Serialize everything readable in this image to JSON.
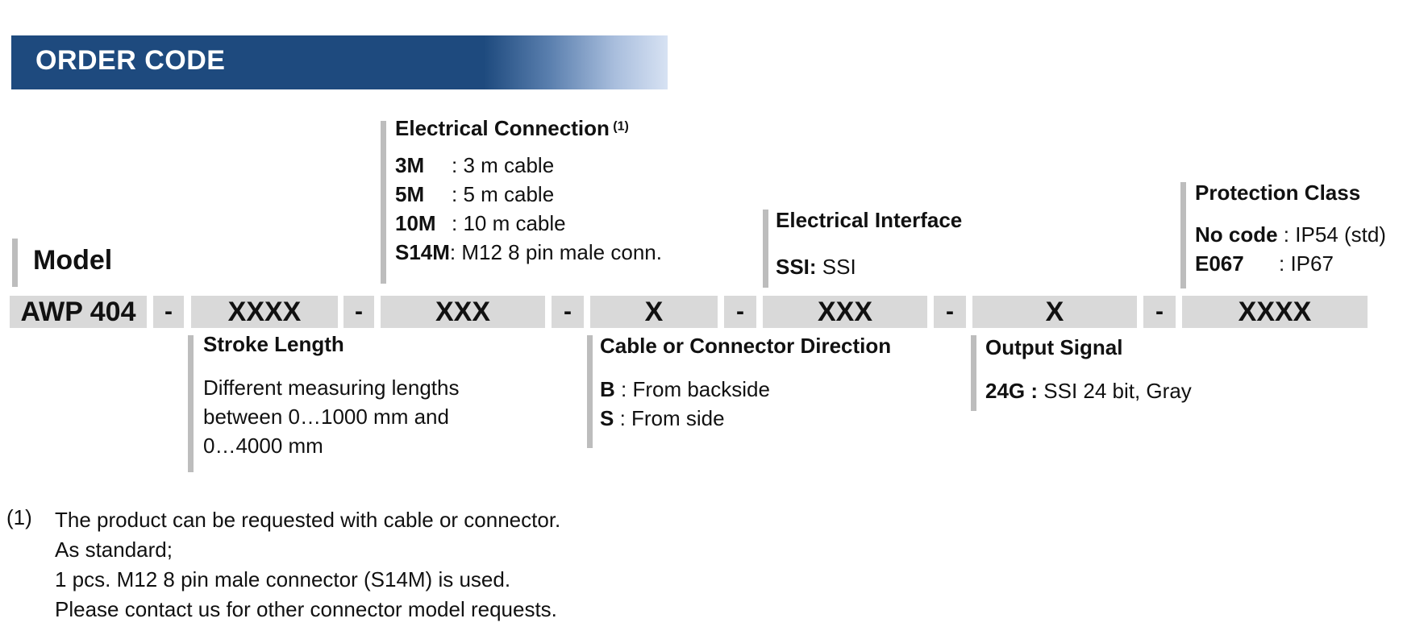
{
  "header": {
    "title": "ORDER CODE"
  },
  "model": {
    "label": "Model"
  },
  "code_row": {
    "cells": [
      "AWP 404",
      "XXXX",
      "XXX",
      "X",
      "XXX",
      "X",
      "XXXX"
    ],
    "separator": "-"
  },
  "electrical_connection": {
    "title": "Electrical Connection",
    "note_ref": "(1)",
    "options": [
      {
        "code": "3M",
        "desc": ": 3 m cable"
      },
      {
        "code": "5M",
        "desc": ": 5 m cable"
      },
      {
        "code": "10M",
        "desc": ": 10 m cable"
      },
      {
        "code": "S14M",
        "desc": ": M12 8 pin male conn."
      }
    ]
  },
  "electrical_interface": {
    "title": "Electrical Interface",
    "options": [
      {
        "code": "SSI:",
        "desc": " SSI"
      }
    ]
  },
  "protection_class": {
    "title": "Protection Class",
    "options": [
      {
        "code": "No code",
        "desc": " : IP54 (std)"
      },
      {
        "code": "E067",
        "desc": ": IP67"
      }
    ]
  },
  "stroke_length": {
    "title": "Stroke Length",
    "lines": [
      "Different measuring lengths",
      "between 0…1000 mm and",
      "0…4000 mm"
    ]
  },
  "cable_direction": {
    "title": "Cable or Connector Direction",
    "options": [
      {
        "code": "B",
        "desc": " : From backside"
      },
      {
        "code": "S",
        "desc": " : From side"
      }
    ]
  },
  "output_signal": {
    "title": "Output Signal",
    "options": [
      {
        "code": "24G :",
        "desc": " SSI 24 bit, Gray"
      }
    ]
  },
  "footnote": {
    "number": "(1)",
    "lines": [
      "The product can be requested with cable or connector.",
      "As standard;",
      "1 pcs. M12 8 pin male connector (S14M) is used.",
      "Please contact us for other connector model requests."
    ]
  }
}
